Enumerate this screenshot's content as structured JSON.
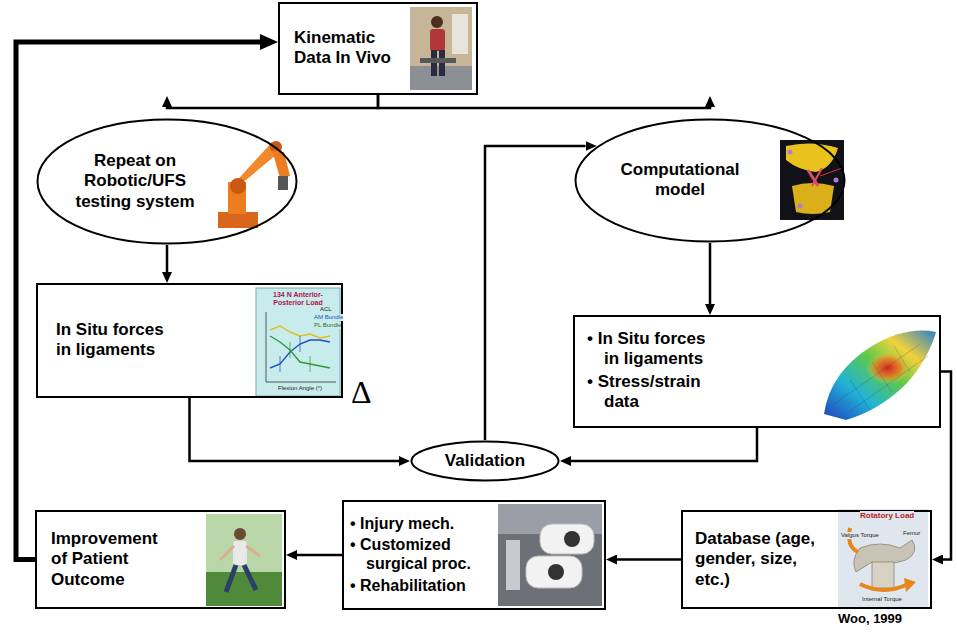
{
  "diagram": {
    "nodes": [
      {
        "text": [
          "Kinematic Data In Vivo"
        ]
      },
      {
        "text": [
          "Repeat on Robotic/UFS testing system"
        ]
      },
      {
        "text": [
          "Computational model"
        ]
      },
      {
        "text": [
          "In Situ forces in ligaments"
        ]
      },
      {
        "text": [
          "• In Situ forces in ligaments",
          "• Stress/strain data"
        ]
      },
      {
        "text": [
          "Validation"
        ]
      },
      {
        "text": [
          "Improvement of Patient Outcome"
        ]
      },
      {
        "text": [
          "• Injury mech.",
          "• Customized surgical proc.",
          "• Rehabilitation"
        ]
      },
      {
        "text": [
          "Database (age, gender, size, etc.)"
        ]
      }
    ],
    "edges": [
      {
        "from": 0,
        "to": 1,
        "arrow": "to"
      },
      {
        "from": 0,
        "to": 2,
        "arrow": "to"
      },
      {
        "from": 1,
        "to": 3,
        "arrow": "to"
      },
      {
        "from": 2,
        "to": 4,
        "arrow": "to"
      },
      {
        "from": 3,
        "to": 5,
        "arrow": "to"
      },
      {
        "from": 4,
        "to": 5,
        "arrow": "to"
      },
      {
        "from": 5,
        "to": 2,
        "label": "Δ",
        "arrow": "to"
      },
      {
        "from": 4,
        "to": 8,
        "arrow": "to"
      },
      {
        "from": 8,
        "to": 7,
        "arrow": "to"
      },
      {
        "from": 7,
        "to": 6,
        "arrow": "to"
      },
      {
        "from": 6,
        "to": 0,
        "arrow": "to"
      }
    ],
    "labels": [
      "134 N Anterior-Posterior Load",
      "ACL",
      "AM Bundle",
      "PL Bundle",
      "Flexion Angle (°)",
      "Rotatory Load",
      "Valgus Torque",
      "Femur",
      "Internal Torque",
      "Woo, 1999"
    ]
  }
}
